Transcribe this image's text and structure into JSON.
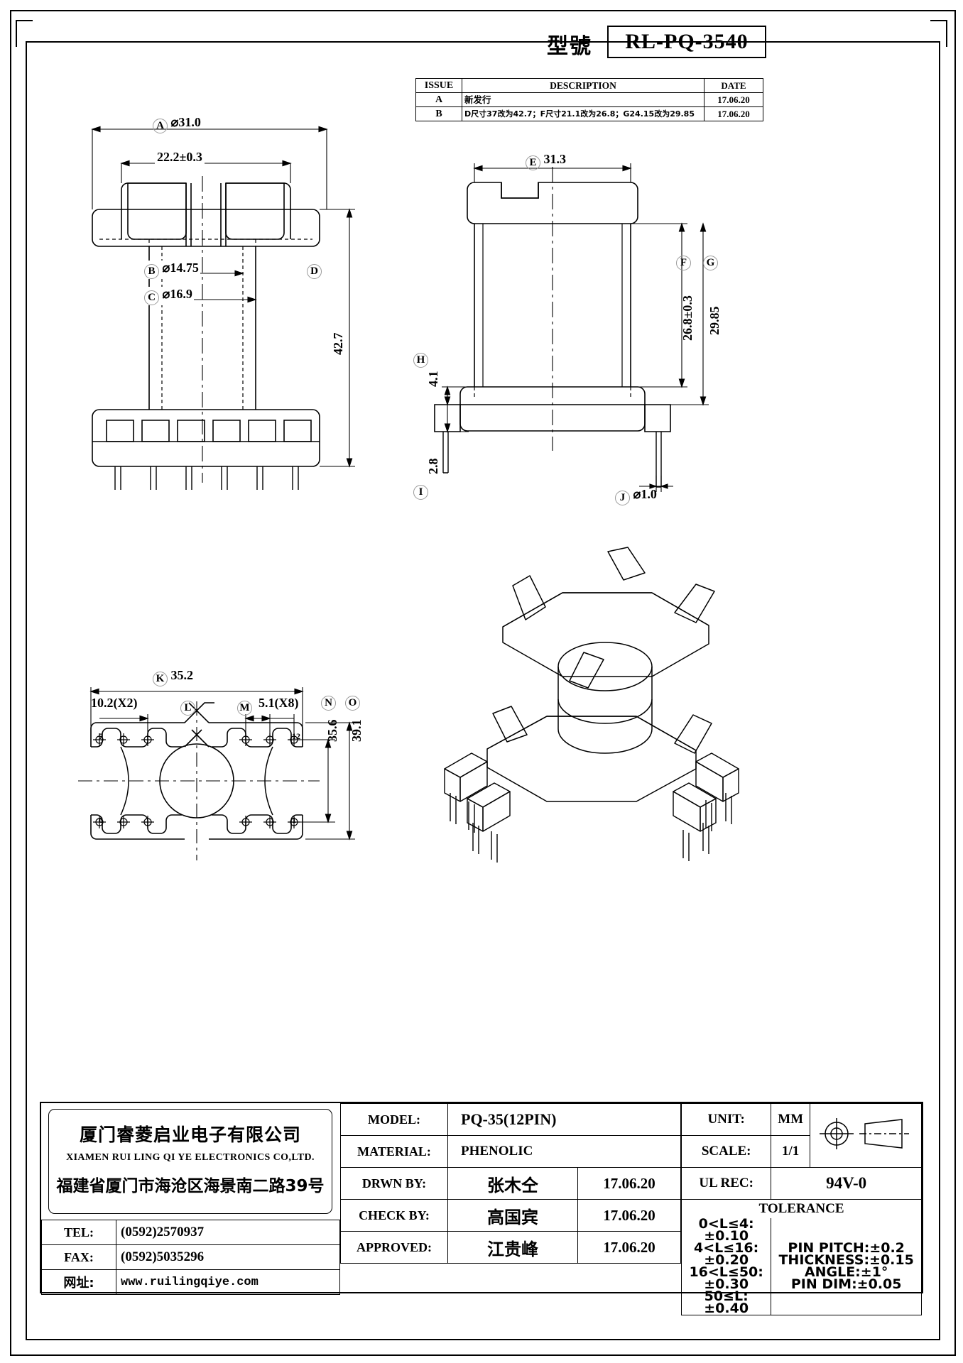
{
  "header": {
    "model_label": "型號",
    "model_value": "RL-PQ-3540"
  },
  "revision_table": {
    "columns": [
      "ISSUE",
      "DESCRIPTION",
      "DATE"
    ],
    "rows": [
      {
        "issue": "A",
        "description": "新发行",
        "date": "17.06.20"
      },
      {
        "issue": "B",
        "description": "D尺寸37改为42.7；F尺寸21.1改为26.8；G24.15改为29.85",
        "date": "17.06.20"
      }
    ]
  },
  "front_view": {
    "dim_a_balloon": "A",
    "dim_a": "⌀31.0",
    "dim_flange_width": "22.2±0.3",
    "dim_b_balloon": "B",
    "dim_b": "⌀14.75",
    "dim_c_balloon": "C",
    "dim_c": "⌀16.9",
    "dim_d_balloon": "D",
    "dim_d": "42.7"
  },
  "side_view": {
    "dim_e_balloon": "E",
    "dim_e": "31.3",
    "dim_f_balloon": "F",
    "dim_f": "26.8±0.3",
    "dim_g_balloon": "G",
    "dim_g": "29.85",
    "dim_h_balloon": "H",
    "dim_h": "4.1",
    "dim_i_balloon": "I",
    "dim_i": "2.8",
    "dim_j_balloon": "J",
    "dim_j": "⌀1.0"
  },
  "bottom_view": {
    "dim_k_balloon": "K",
    "dim_k": "35.2",
    "dim_pitch_x2": "10.2(X2)",
    "dim_l_balloon": "L",
    "dim_m_balloon": "M",
    "dim_pitch_x8": "5.1(X8)",
    "dim_n_balloon": "N",
    "dim_n": "35.6",
    "dim_o_balloon": "O",
    "dim_o": "39.1",
    "pin_labels": [
      "7",
      "12",
      "6",
      "1"
    ]
  },
  "title_block": {
    "company_cn": "厦门睿菱启业电子有限公司",
    "company_en": "XIAMEN RUI LING QI YE ELECTRONICS CO,LTD.",
    "address_cn": "福建省厦门市海沧区海景南二路39号",
    "contacts": [
      {
        "label": "TEL:",
        "value": "(0592)2570937"
      },
      {
        "label": "FAX:",
        "value": "(0592)5035296"
      },
      {
        "label": "网址:",
        "value": "www.ruilingqiye.com"
      }
    ],
    "model_label": "MODEL:",
    "model_value": "PQ-35(12PIN)",
    "material_label": "MATERIAL:",
    "material_value": "PHENOLIC",
    "drwn_label": "DRWN BY:",
    "drwn_value": "张木仝",
    "drwn_date": "17.06.20",
    "check_label": "CHECK BY:",
    "check_value": "高国宾",
    "check_date": "17.06.20",
    "approved_label": "APPROVED:",
    "approved_value": "江贵峰",
    "approved_date": "17.06.20",
    "unit_label": "UNIT:",
    "unit_value": "MM",
    "scale_label": "SCALE:",
    "scale_value": "1/1",
    "ul_label": "UL REC:",
    "ul_value": "94V-0",
    "tolerance_header": "TOLERANCE",
    "tolerance_left": [
      "0<L≤4:±0.10",
      "4<L≤16:±0.20",
      "16<L≤50:±0.30",
      "50≤L:±0.40"
    ],
    "tolerance_right": [
      "PIN PITCH:±0.2",
      "THICKNESS:±0.15",
      "ANGLE:±1°",
      "PIN DIM:±0.05"
    ]
  }
}
